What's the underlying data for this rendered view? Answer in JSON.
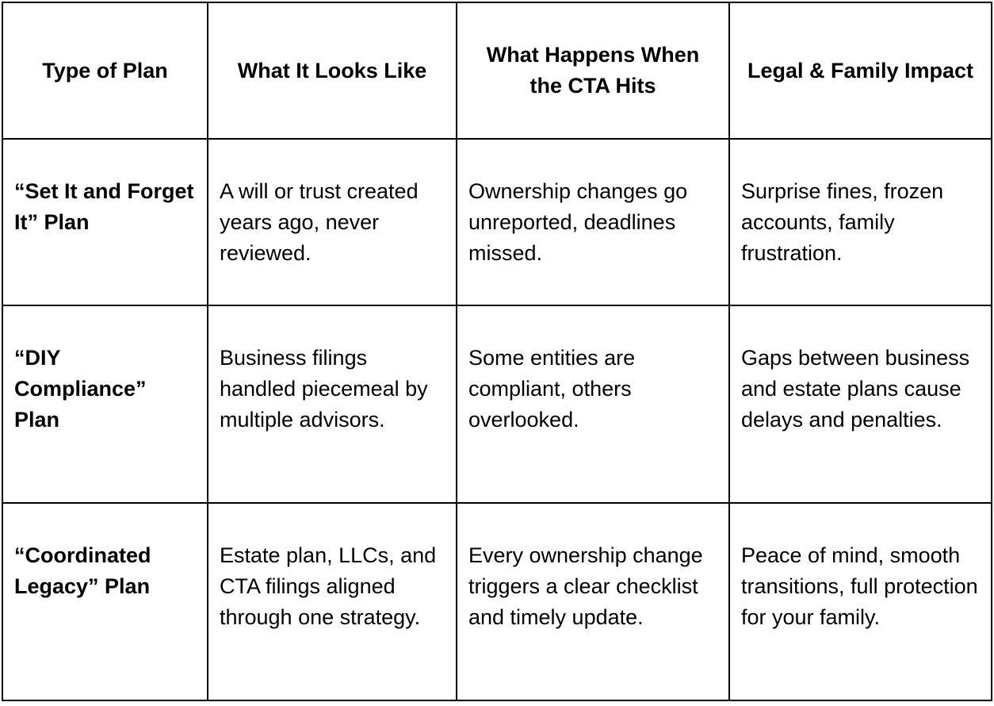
{
  "table": {
    "headers": [
      "Type of Plan",
      "What It Looks Like",
      "What Happens When the CTA Hits",
      "Legal & Family Impact"
    ],
    "rows": [
      [
        "“Set It and Forget It” Plan",
        "A will or trust created years ago, never reviewed.",
        "Ownership changes go unreported, deadlines missed.",
        "Surprise fines, frozen accounts, family frustration."
      ],
      [
        "“DIY Compliance” Plan",
        "Business filings handled piecemeal by multiple advisors.",
        "Some entities are compliant, others overlooked.",
        "Gaps between business and estate plans cause delays and penalties."
      ],
      [
        "“Coordinated Legacy” Plan",
        "Estate plan, LLCs, and CTA filings aligned through one strategy.",
        "Every ownership change triggers a clear checklist and timely update.",
        "Peace of mind, smooth transitions, full protection for your family."
      ]
    ]
  }
}
